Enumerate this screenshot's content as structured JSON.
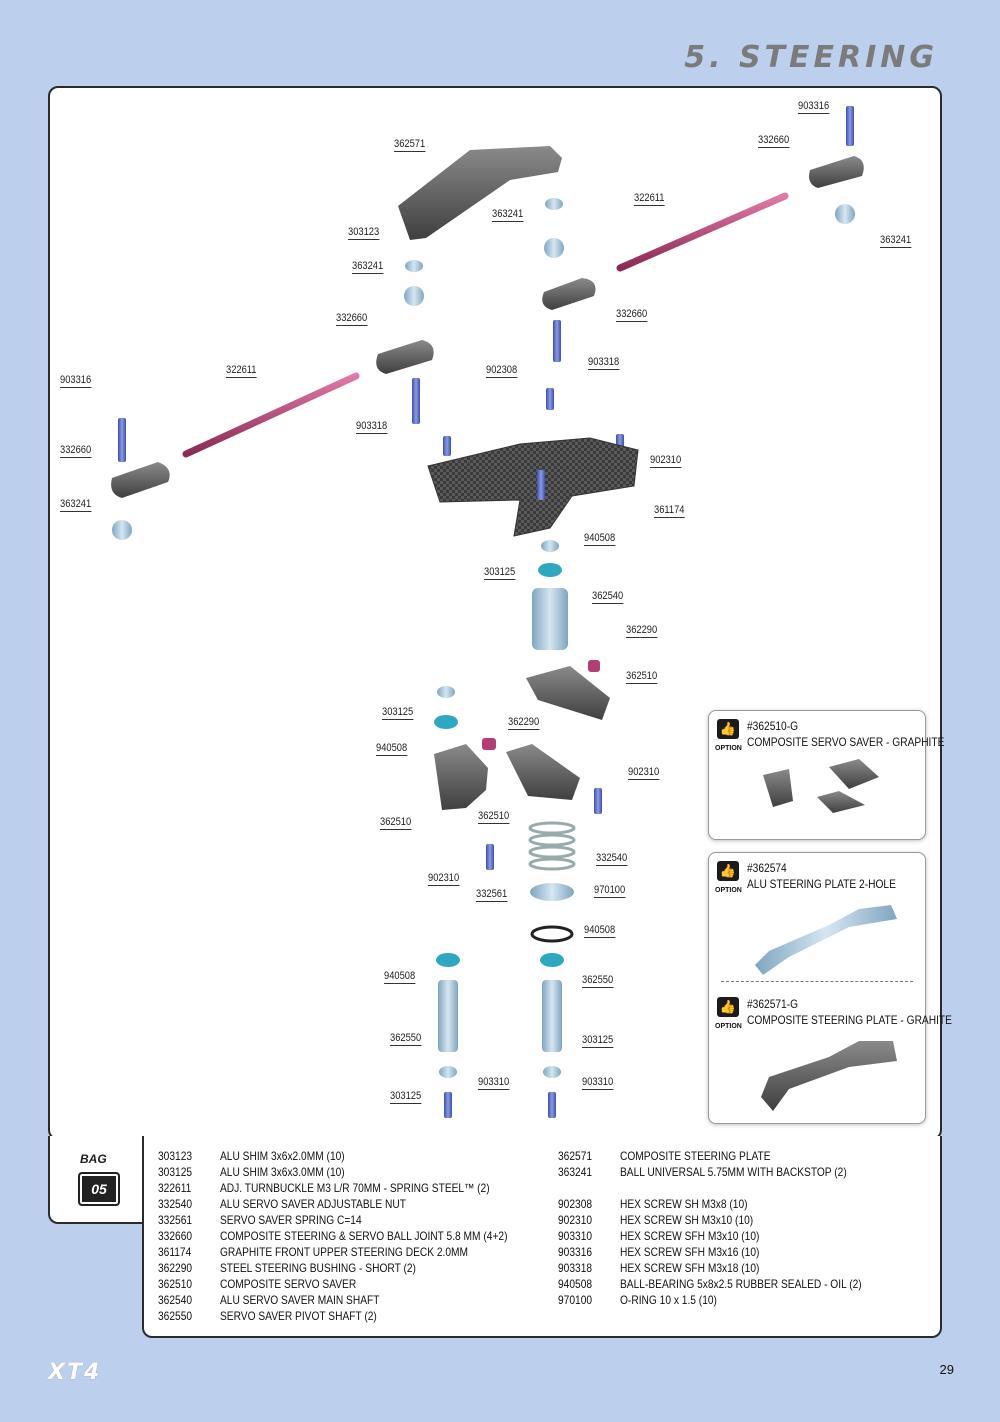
{
  "header": {
    "title": "5. STEERING"
  },
  "labels": {
    "l1": "903316",
    "l2": "332660",
    "l3": "362571",
    "l4": "363241",
    "l5": "322611",
    "l6": "363241",
    "l7": "303123",
    "l8": "363241",
    "l9": "332660",
    "l10": "332660",
    "l11": "903318",
    "l12": "322611",
    "l13": "903316",
    "l14": "902308",
    "l15": "903318",
    "l16": "902310",
    "l17": "332660",
    "l18": "361174",
    "l19": "363241",
    "l20": "940508",
    "l21": "303125",
    "l22": "362540",
    "l23": "362290",
    "l24": "362510",
    "l25": "303125",
    "l26": "362290",
    "l27": "940508",
    "l28": "902310",
    "l29": "362510",
    "l30": "362510",
    "l31": "332540",
    "l32": "902310",
    "l33": "970100",
    "l34": "332561",
    "l35": "940508",
    "l36": "940508",
    "l37": "362550",
    "l38": "362550",
    "l39": "303125",
    "l40": "903310",
    "l41": "903310",
    "l42": "303125"
  },
  "options": [
    {
      "badge": "OPTION",
      "code": "#362510-G",
      "desc": "COMPOSITE SERVO SAVER - GRAPHITE"
    },
    {
      "badge": "OPTION",
      "code": "#362574",
      "desc": "ALU STEERING PLATE 2-HOLE"
    },
    {
      "badge": "OPTION",
      "code": "#362571-G",
      "desc": "COMPOSITE STEERING PLATE - GRAHITE"
    }
  ],
  "bag": {
    "label": "BAG",
    "number": "05"
  },
  "parts_left": [
    {
      "code": "303123",
      "name": "ALU SHIM 3x6x2.0MM (10)"
    },
    {
      "code": "303125",
      "name": "ALU SHIM 3x6x3.0MM (10)"
    },
    {
      "code": "322611",
      "name": "ADJ. TURNBUCKLE M3 L/R 70MM  - SPRING STEEL™ (2)"
    },
    {
      "code": "332540",
      "name": "ALU SERVO SAVER ADJUSTABLE NUT"
    },
    {
      "code": "332561",
      "name": "SERVO SAVER SPRING C=14"
    },
    {
      "code": "332660",
      "name": "COMPOSITE STEERING & SERVO BALL JOINT 5.8 MM (4+2)"
    },
    {
      "code": "361174",
      "name": "GRAPHITE FRONT UPPER STEERING DECK 2.0MM"
    },
    {
      "code": "362290",
      "name": "STEEL STEERING BUSHING - SHORT (2)"
    },
    {
      "code": "362510",
      "name": "COMPOSITE SERVO SAVER"
    },
    {
      "code": "362540",
      "name": "ALU SERVO SAVER MAIN SHAFT"
    },
    {
      "code": "362550",
      "name": "SERVO SAVER PIVOT SHAFT (2)"
    }
  ],
  "parts_right": [
    {
      "code": "362571",
      "name": "COMPOSITE STEERING PLATE"
    },
    {
      "code": "363241",
      "name": "BALL UNIVERSAL 5.75MM WITH BACKSTOP (2)"
    },
    {
      "code": "",
      "name": ""
    },
    {
      "code": "902308",
      "name": "HEX SCREW  SH M3x8  (10)"
    },
    {
      "code": "902310",
      "name": "HEX SCREW  SH M3x10  (10)"
    },
    {
      "code": "903310",
      "name": "HEX SCREW  SFH M3x10  (10)"
    },
    {
      "code": "903316",
      "name": "HEX SCREW  SFH M3x16  (10)"
    },
    {
      "code": "903318",
      "name": "HEX SCREW  SFH M3x18  (10)"
    },
    {
      "code": "940508",
      "name": "BALL-BEARING 5x8x2.5 RUBBER SEALED - OIL (2)"
    },
    {
      "code": "970100",
      "name": "O-RING 10 x 1.5  (10)"
    }
  ],
  "footer": {
    "logo": "XT4",
    "page": "29"
  }
}
